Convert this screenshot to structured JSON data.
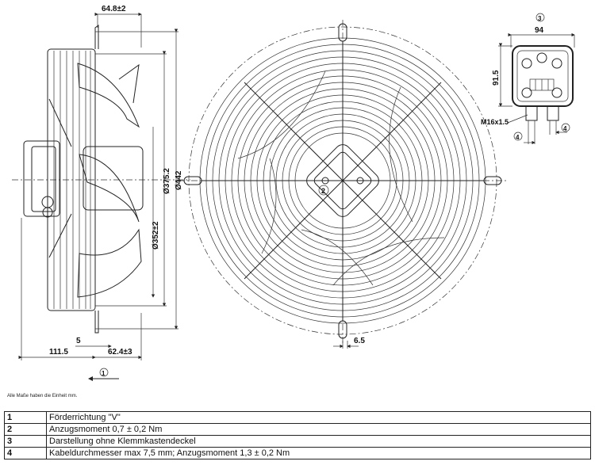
{
  "dimensions": {
    "side_depth_top": "64.8±2",
    "dia_guard": "Ø375.2",
    "dia_outer": "Ø442",
    "dia_blade": "Ø352±2",
    "overall_rear": "111.5",
    "flange": "5",
    "front_depth": "62.4±3",
    "foot_width": "6.5",
    "box_width": "94",
    "box_height": "91.5",
    "thread": "M16x1.5"
  },
  "callouts": {
    "c1": "1",
    "c2": "2",
    "c3": "3",
    "c4a": "4",
    "c4b": "4"
  },
  "note": "Alle Maße haben die Einheit mm.",
  "legend": [
    {
      "num": "1",
      "text": "Förderrichtung \"V\""
    },
    {
      "num": "2",
      "text": "Anzugsmoment 0,7 ± 0,2 Nm"
    },
    {
      "num": "3",
      "text": "Darstellung ohne Klemmkastendeckel"
    },
    {
      "num": "4",
      "text": "Kabeldurchmesser max 7,5 mm; Anzugsmoment 1,3 ± 0,2 Nm"
    }
  ]
}
